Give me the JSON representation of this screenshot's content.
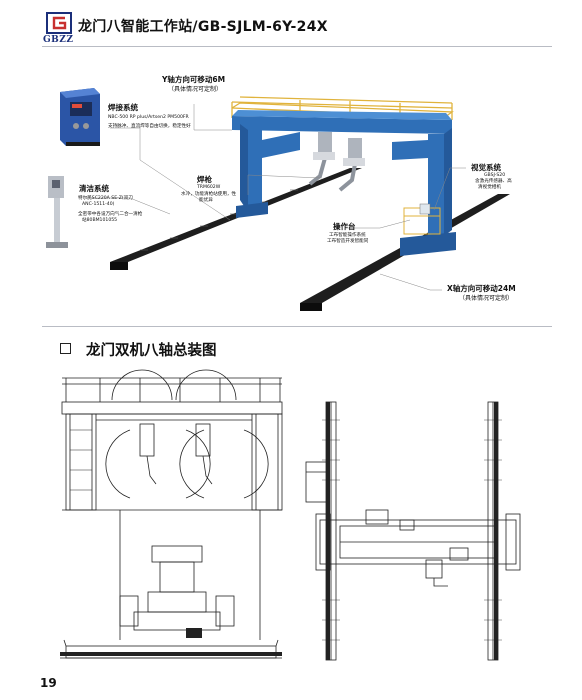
{
  "header": {
    "title": "龙门八智能工作站/GB-SJLM-6Y-24X",
    "logo_text": "GBZZ"
  },
  "callouts": {
    "y_axis": {
      "label": "Y轴方向可移动6M",
      "sub": "（具体情况可定制）"
    },
    "welding": {
      "label": "焊接系统",
      "sub1": "NBC-500 RP plus/Artsen2 PM500FR",
      "sub2": "支持脉冲、直流焊等自由切换，稳定性好"
    },
    "cleaning": {
      "label": "清洁系统",
      "sub1": "特尔民SC220A SE-Z(双刀",
      "sub2": "ANC-1511-40)",
      "sub3": "全密带中各设万向气二合一清枪",
      "sub4": "站80BM101055"
    },
    "torch": {
      "label": "焊枪",
      "sub1": "TRM602W",
      "sub2": "水冷，功能清枪站使用，性",
      "sub3": "能优异"
    },
    "vision": {
      "label": "视觉系统",
      "sub1": "GBSJ-S20",
      "sub2": "含激光传感器、高",
      "sub3": "清视觉相机"
    },
    "console": {
      "label": "操作台",
      "sub1": "工布智能操作系统",
      "sub2": "工布智造开发智能同"
    },
    "x_axis": {
      "label": "X轴方向可移动24M",
      "sub": "（具体情况可定制）"
    }
  },
  "section": {
    "title": "龙门双机八轴总装图"
  },
  "page_number": "19",
  "colors": {
    "gantry_blue": "#2f6fb7",
    "rail_dark": "#1e1e1e",
    "guard_yellow": "#e0b33c",
    "header_rule": "#b9bcc4",
    "logo_blue": "#1b2f7a"
  }
}
